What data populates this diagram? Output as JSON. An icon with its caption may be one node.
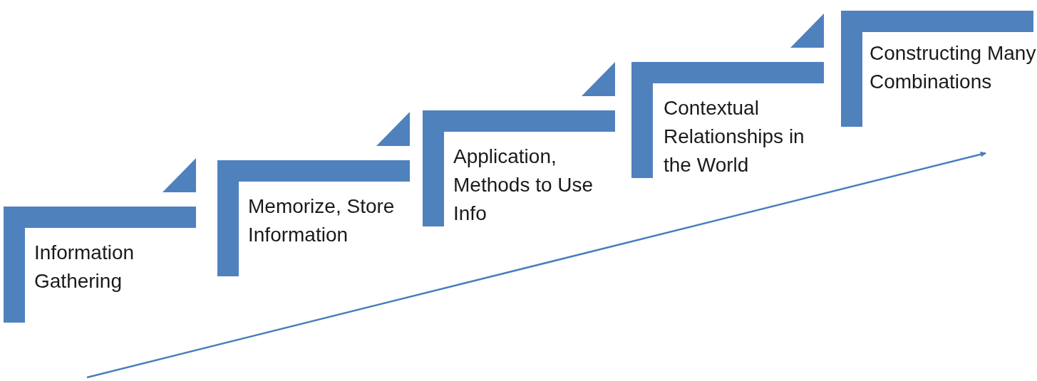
{
  "diagram": {
    "nodes": [
      {
        "text": [
          "Information Gathering"
        ]
      },
      {
        "text": [
          "Memorize, Store Information"
        ]
      },
      {
        "text": [
          "Application, Methods to Use Info"
        ]
      },
      {
        "text": [
          "Contextual Relationships in the World"
        ]
      },
      {
        "text": [
          "Constructing Many Combinations"
        ]
      }
    ]
  }
}
